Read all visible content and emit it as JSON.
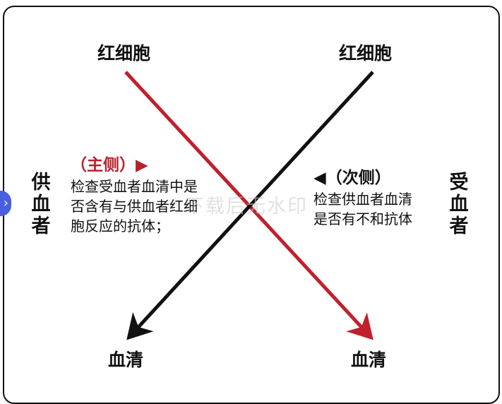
{
  "top_left": "红细胞",
  "top_right": "红细胞",
  "bottom_left": "血清",
  "bottom_right": "血清",
  "left_side": "供血者",
  "right_side": "受血者",
  "major": {
    "label": "（主侧）▶",
    "desc": "检查受血者血清中是否含有与供血者红细胞反应的抗体；"
  },
  "minor": {
    "label": "◀（次侧）",
    "desc": "检查供血者血清是否有不和抗体"
  },
  "watermark": "下载后无水印",
  "nav_icon": "›",
  "colors": {
    "major": "#b8222c",
    "minor": "#111111"
  }
}
